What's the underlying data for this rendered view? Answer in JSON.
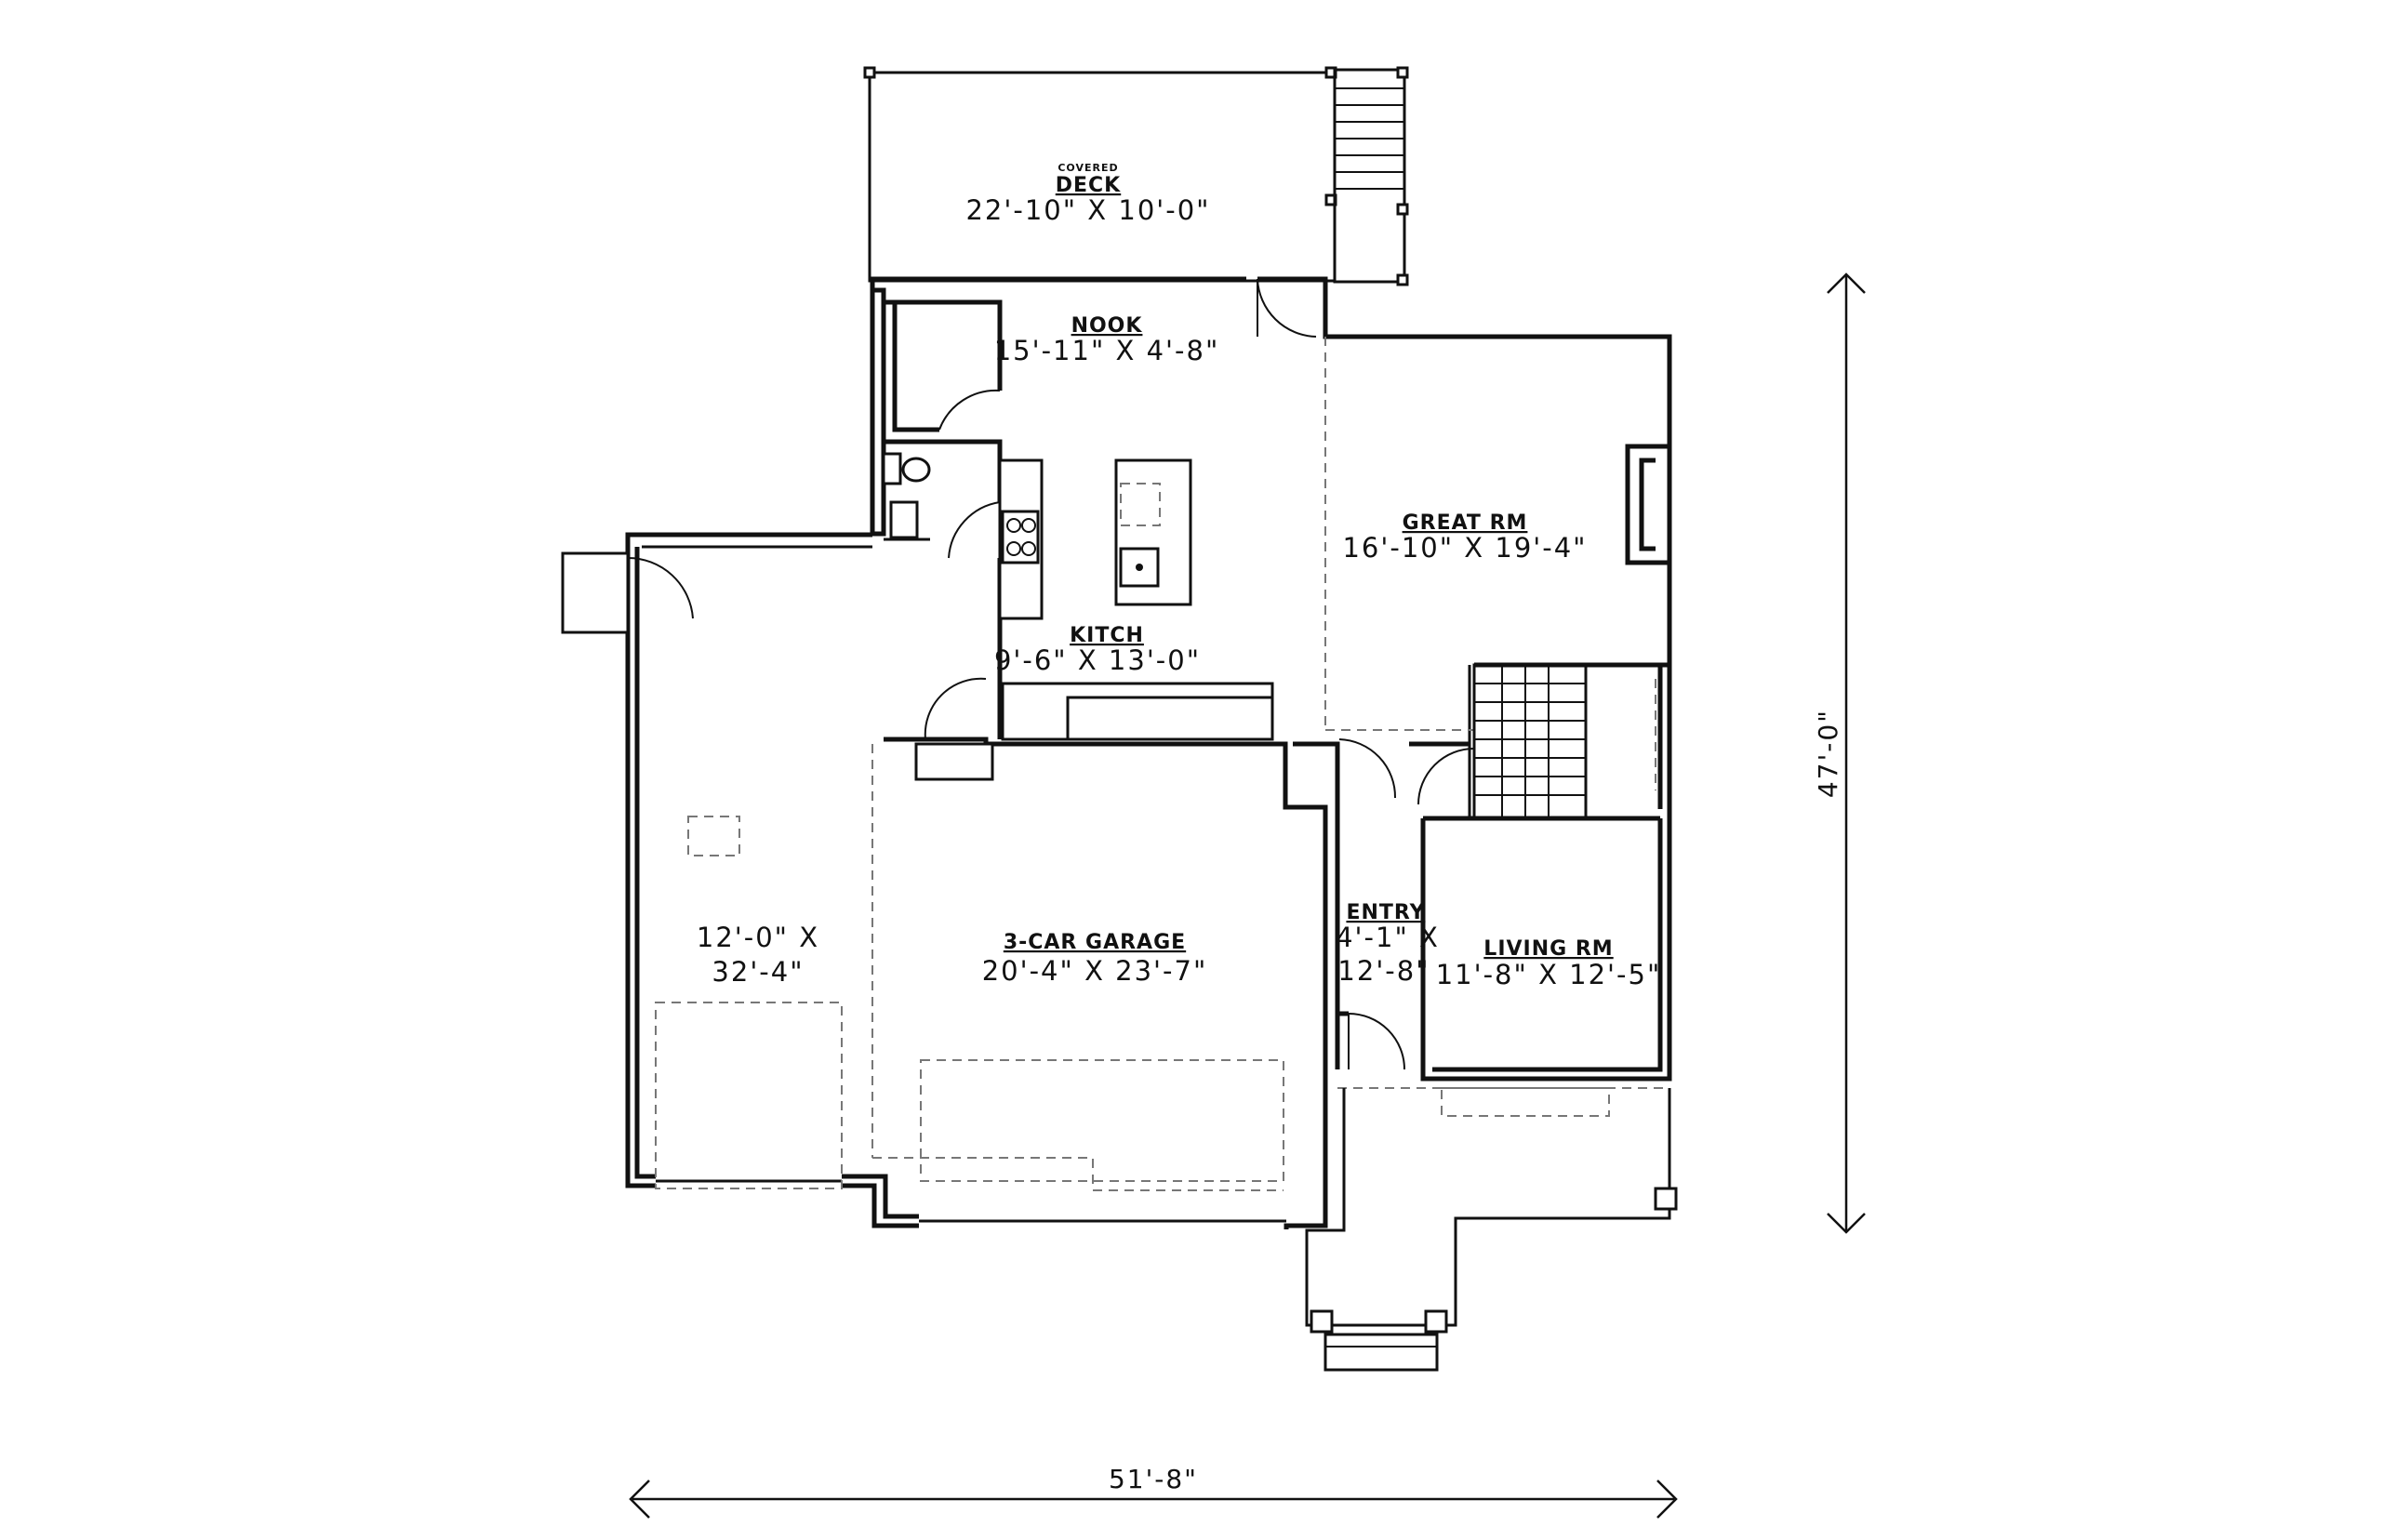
{
  "plan": {
    "deck": {
      "small_label": "COVERED",
      "name": "DECK",
      "size": "22'-10\" X 10'-0\""
    },
    "nook": {
      "name": "NOOK",
      "size": "15'-11\" X 4'-8\""
    },
    "great": {
      "name": "GREAT RM",
      "size": "16'-10\" X 19'-4\""
    },
    "kitchen": {
      "name": "KITCH",
      "size": "9'-6\" X 13'-0\""
    },
    "garage_bay": {
      "size_line1": "12'-0\" X",
      "size_line2": "32'-4\""
    },
    "garage": {
      "name": "3-CAR GARAGE",
      "size": "20'-4\" X 23'-7\""
    },
    "entry": {
      "name": "ENTRY",
      "size_line1": "4'-1\" X",
      "size_line2": "12'-8\""
    },
    "living": {
      "name": "LIVING RM",
      "size": "11'-8\" X 12'-5\""
    },
    "overall_width": "51'-8\"",
    "overall_depth": "47'-0\""
  }
}
